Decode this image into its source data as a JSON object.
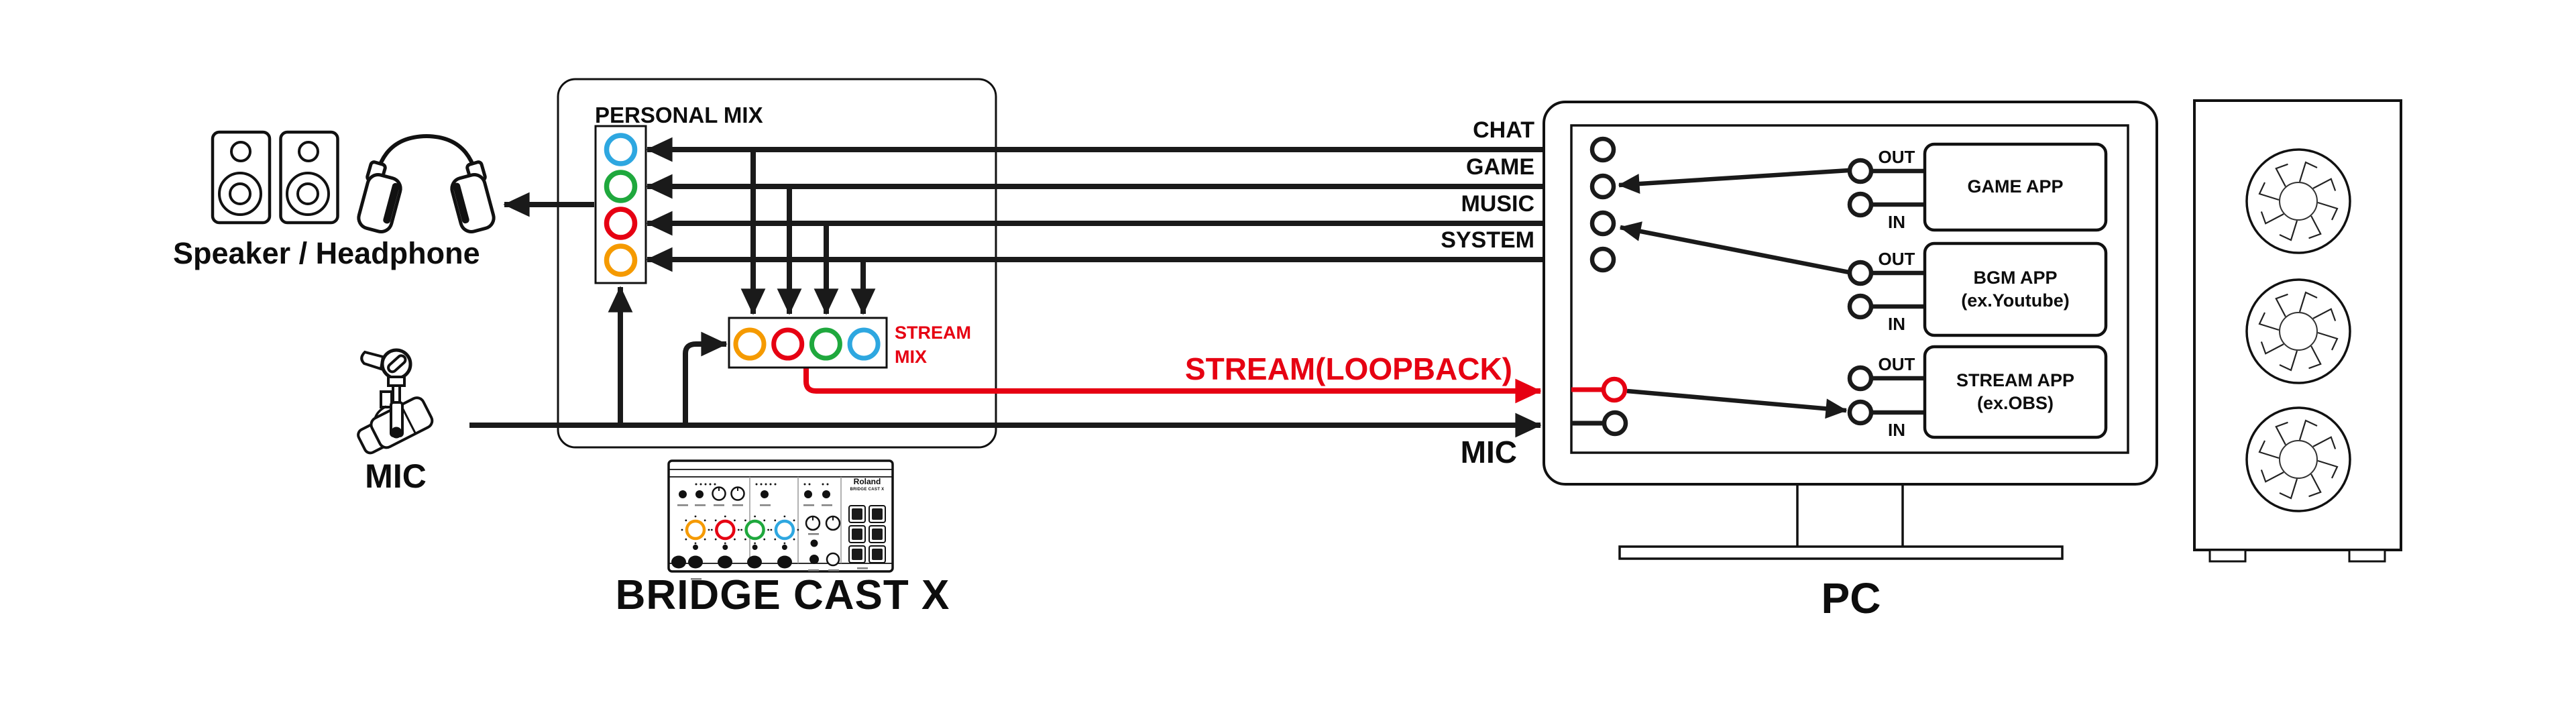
{
  "colors": {
    "blue": "#2ea7e0",
    "green": "#1fa83d",
    "red": "#e60012",
    "orange": "#f59a00"
  },
  "left_devices": {
    "output_label": "Speaker / Headphone",
    "mic_label": "MIC"
  },
  "bridge_cast": {
    "personal_mix_label": "PERSONAL MIX",
    "personal_mix_rings": [
      "blue",
      "green",
      "red",
      "orange"
    ],
    "stream_mix_label_line1": "STREAM",
    "stream_mix_label_line2": "MIX",
    "stream_mix_rings": [
      "orange",
      "red",
      "green",
      "blue"
    ],
    "device_brand": "Roland",
    "device_model": "BRIDGE CAST X",
    "caption": "BRIDGE CAST X"
  },
  "bus_labels": [
    {
      "label": "CHAT"
    },
    {
      "label": "GAME"
    },
    {
      "label": "MUSIC"
    },
    {
      "label": "SYSTEM"
    }
  ],
  "loopback": {
    "stream_label": "STREAM(LOOPBACK)",
    "mic_label": "MIC"
  },
  "pc": {
    "caption": "PC",
    "apps": [
      {
        "out": "OUT",
        "in": "IN",
        "name": "GAME APP",
        "sub": ""
      },
      {
        "out": "OUT",
        "in": "IN",
        "name": "BGM APP",
        "sub": "(ex.Youtube)"
      },
      {
        "out": "OUT",
        "in": "IN",
        "name": "STREAM APP",
        "sub": "(ex.OBS)"
      }
    ]
  }
}
